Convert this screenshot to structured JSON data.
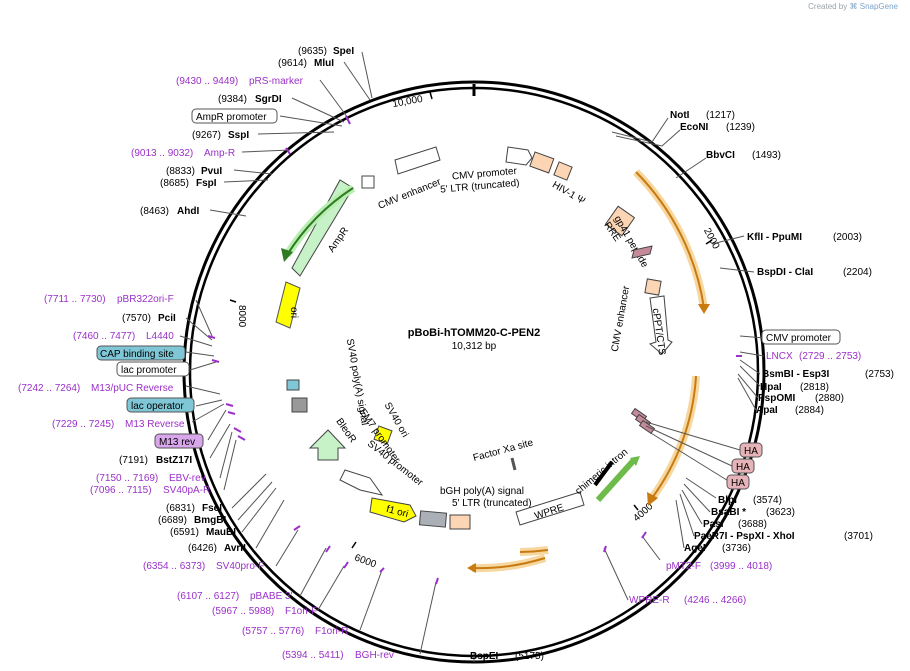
{
  "credit": {
    "prefix": "Created by",
    "brand": "SnapGene"
  },
  "plasmid": {
    "name": "pBoBi-hTOMM20-C-PEN2",
    "size": "10,312 bp"
  },
  "ticks": [
    "10,000",
    "2000",
    "4000",
    "6000",
    "8000"
  ],
  "sites_right": [
    {
      "name": "NotI",
      "pos": "(1217)"
    },
    {
      "name": "EcoNI",
      "pos": "(1239)"
    },
    {
      "name": "BbvCI",
      "pos": "(1493)"
    },
    {
      "name": "KflI  - PpuMI",
      "pos": "(2003)"
    },
    {
      "name": "BspDI  - ClaI",
      "pos": "(2204)"
    },
    {
      "name": "BsmBI  - Esp3I",
      "pos": "(2753)"
    },
    {
      "name": "HpaI",
      "pos": "(2818)"
    },
    {
      "name": "PspOMI",
      "pos": "(2880)"
    },
    {
      "name": "ApaI",
      "pos": "(2884)"
    },
    {
      "name": "BlpI",
      "pos": "(3574)"
    },
    {
      "name": "BsaBI *",
      "pos": "(3623)"
    },
    {
      "name": "PasI",
      "pos": "(3688)"
    },
    {
      "name": "PaeR7I  - PspXI  - XhoI",
      "pos": "(3701)"
    },
    {
      "name": "AgeI",
      "pos": "(3736)"
    },
    {
      "name": "BspEI",
      "pos": "(5175)"
    }
  ],
  "sites_left": [
    {
      "name": "SpeI",
      "pos": "(9635)"
    },
    {
      "name": "MluI",
      "pos": "(9614)"
    },
    {
      "name": "SgrDI",
      "pos": "(9384)"
    },
    {
      "name": "SspI",
      "pos": "(9267)"
    },
    {
      "name": "PvuI",
      "pos": "(8833)"
    },
    {
      "name": "FspI",
      "pos": "(8685)"
    },
    {
      "name": "AhdI",
      "pos": "(8463)"
    },
    {
      "name": "PciI",
      "pos": "(7570)"
    },
    {
      "name": "BstZ17I",
      "pos": "(7191)"
    },
    {
      "name": "FseI",
      "pos": "(6831)"
    },
    {
      "name": "BmgBI",
      "pos": "(6689)"
    },
    {
      "name": "MauBI",
      "pos": "(6591)"
    },
    {
      "name": "AvrII",
      "pos": "(6426)"
    }
  ],
  "primers": [
    {
      "name": "pRS-marker",
      "range": "(9430 .. 9449)"
    },
    {
      "name": "Amp-R",
      "range": "(9013 .. 9032)"
    },
    {
      "name": "pBR322ori-F",
      "range": "(7711 .. 7730)"
    },
    {
      "name": "L4440",
      "range": "(7460 .. 7477)"
    },
    {
      "name": "M13/pUC Reverse",
      "range": "(7242 .. 7264)"
    },
    {
      "name": "M13 Reverse",
      "range": "(7229 .. 7245)"
    },
    {
      "name": "EBV-rev",
      "range": "(7150 .. 7169)"
    },
    {
      "name": "SV40pA-R",
      "range": "(7096 .. 7115)"
    },
    {
      "name": "SV40pro-F",
      "range": "(6354 .. 6373)"
    },
    {
      "name": "pBABE 3'",
      "range": "(6107 .. 6127)"
    },
    {
      "name": "F1ori-F",
      "range": "(5967 .. 5988)"
    },
    {
      "name": "F1ori-R",
      "range": "(5757 .. 5776)"
    },
    {
      "name": "BGH-rev",
      "range": "(5394 .. 5411)"
    },
    {
      "name": "LNCX",
      "range": "(2729 .. 2753)"
    },
    {
      "name": "pMT2-F",
      "range": "(3999 .. 4018)"
    },
    {
      "name": "WPRE-R",
      "range": "(4246 .. 4266)"
    }
  ],
  "boxed_labels": {
    "ampr_promoter": "AmpR promoter",
    "cap_binding_site": "CAP binding site",
    "lac_promoter": "lac promoter",
    "lac_operator": "lac operator",
    "m13_rev": "M13 rev",
    "cmv_promoter_right": "CMV promoter",
    "ha_1": "HA",
    "ha_2": "HA",
    "ha_3": "HA"
  },
  "features": {
    "cmv_enhancer_top": "CMV enhancer",
    "cmv_promoter_top": "CMV promoter",
    "ltr_trunc_top": "5' LTR (truncated)",
    "hiv_psi": "HIV-1 Ψ",
    "rre": "RRE",
    "gp41": "gp41 peptide",
    "cppt": "cPPT/CTS",
    "cmv_enhancer_right": "CMV enhancer",
    "chimeric_intron": "chimeric intron",
    "factor_xa": "Factor Xa site",
    "wpre": "WPRE",
    "bgh_polya": "bGH poly(A) signal",
    "ltr_trunc_bottom": "5' LTR (truncated)",
    "f1_ori": "f1 ori",
    "sv40_promoter": "SV40 promoter",
    "sv40_ori": "SV40 ori",
    "em7_promoter": "EM7 promoter",
    "bleor": "BleoR",
    "sv40_polya": "SV40 poly(A) signal",
    "ori": "ori",
    "ampr": "AmpR"
  },
  "colors": {
    "primer": "#9b30c8",
    "orf_orange": "#e0a030",
    "ampr_green": "#a8e6a8",
    "ori_yellow": "#ffff00",
    "lac_operator_box": "#7fc7d6",
    "m13_rev_box": "#d9a6ec",
    "ha_box": "#e6b3b8",
    "peach": "#fcd5b5"
  }
}
